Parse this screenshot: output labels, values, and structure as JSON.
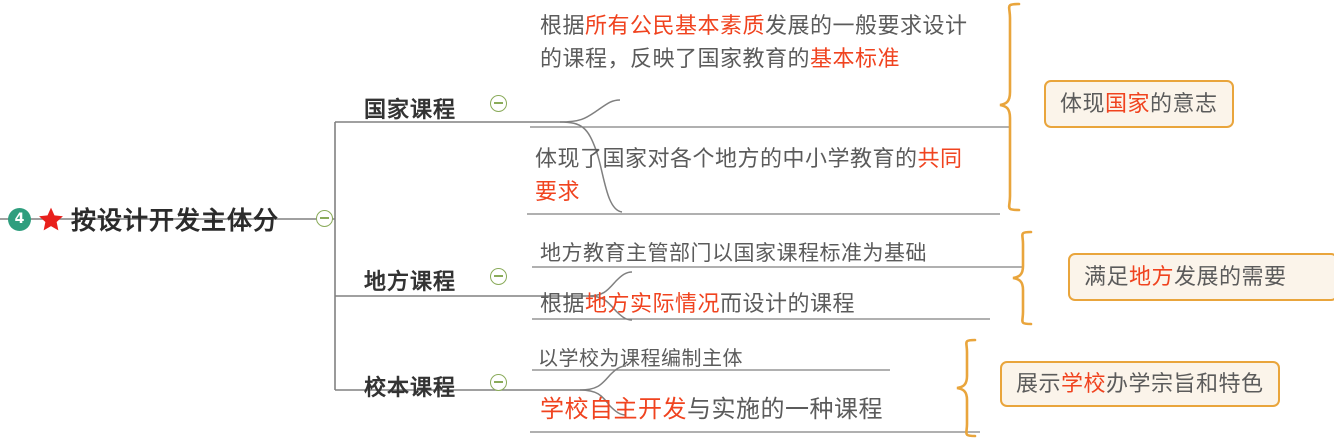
{
  "root": {
    "badge": "4",
    "star_icon": "star-icon",
    "label": "按设计开发主体分",
    "toggle_icon": "collapse-minus-icon"
  },
  "colors": {
    "highlight_red": "#f0431f",
    "body_gray": "#5b5b5b",
    "badge_green": "#2f9e7e",
    "star_red": "#e8201c",
    "toggle_green": "#8aab5a",
    "brace_gold": "#e9a53c",
    "box_fill": "#fbf4ea",
    "box_border": "#e9a53c",
    "wire_gray": "#808080"
  },
  "branches": [
    {
      "label": "国家课程",
      "toggle_icon": "collapse-minus-icon",
      "leaves": [
        {
          "segments": [
            {
              "text": "根据",
              "hl": false
            },
            {
              "text": "所有公民基本素质",
              "hl": true
            },
            {
              "text": "发展的一般要求设计的课程，反映了国家教育的",
              "hl": false
            },
            {
              "text": "基本标准",
              "hl": true
            }
          ]
        },
        {
          "segments": [
            {
              "text": "体现了国家对各个地方的中小学教育的",
              "hl": false
            },
            {
              "text": "共同要求",
              "hl": true
            }
          ]
        }
      ],
      "summary": {
        "segments": [
          {
            "text": "体现",
            "hl": false
          },
          {
            "text": "国家",
            "hl": true
          },
          {
            "text": "的意志",
            "hl": false
          }
        ]
      }
    },
    {
      "label": "地方课程",
      "toggle_icon": "collapse-minus-icon",
      "leaves": [
        {
          "segments": [
            {
              "text": "地方教育主管部门以国家课程标准为基础",
              "hl": false
            }
          ]
        },
        {
          "segments": [
            {
              "text": "根据",
              "hl": false
            },
            {
              "text": "地方实际情况",
              "hl": true
            },
            {
              "text": "而设计的课程",
              "hl": false
            }
          ]
        }
      ],
      "summary": {
        "segments": [
          {
            "text": "满足",
            "hl": false
          },
          {
            "text": "地方",
            "hl": true
          },
          {
            "text": "发展的需要",
            "hl": false
          }
        ]
      }
    },
    {
      "label": "校本课程",
      "toggle_icon": "collapse-minus-icon",
      "leaves": [
        {
          "segments": [
            {
              "text": "以学校为课程编制主体",
              "hl": false
            }
          ]
        },
        {
          "segments": [
            {
              "text": "学校自主开发",
              "hl": true
            },
            {
              "text": "与实施的一种课程",
              "hl": false
            }
          ]
        }
      ],
      "summary": {
        "segments": [
          {
            "text": "展示",
            "hl": false
          },
          {
            "text": "学校",
            "hl": true
          },
          {
            "text": "办学宗旨和特色",
            "hl": false
          }
        ]
      }
    }
  ]
}
